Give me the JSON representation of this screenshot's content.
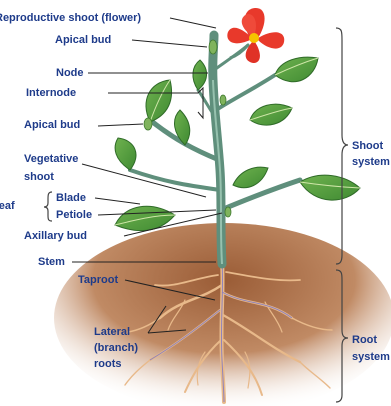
{
  "labels": {
    "reproductive_shoot": "Reproductive shoot (flower)",
    "apical_bud_top": "Apical bud",
    "node": "Node",
    "internode": "Internode",
    "apical_bud_side": "Apical bud",
    "vegetative_shoot_line1": "Vegetative",
    "vegetative_shoot_line2": "shoot",
    "leaf": "Leaf",
    "blade": "Blade",
    "petiole": "Petiole",
    "axillary_bud": "Axillary bud",
    "stem": "Stem",
    "taproot": "Taproot",
    "lateral_line1": "Lateral",
    "lateral_line2": "(branch)",
    "lateral_line3": "roots",
    "shoot_system_line1": "Shoot",
    "shoot_system_line2": "system",
    "root_system_line1": "Root",
    "root_system_line2": "system"
  },
  "colors": {
    "label_text": "#1e3b8a",
    "leaf": "#4f9a3c",
    "leaf_vein": "#cfe6a8",
    "stem": "#5f8f7c",
    "soil": "#a0653f",
    "root": "#e8b98a",
    "flower": "#e8392b",
    "flower_center": "#f6c400"
  }
}
